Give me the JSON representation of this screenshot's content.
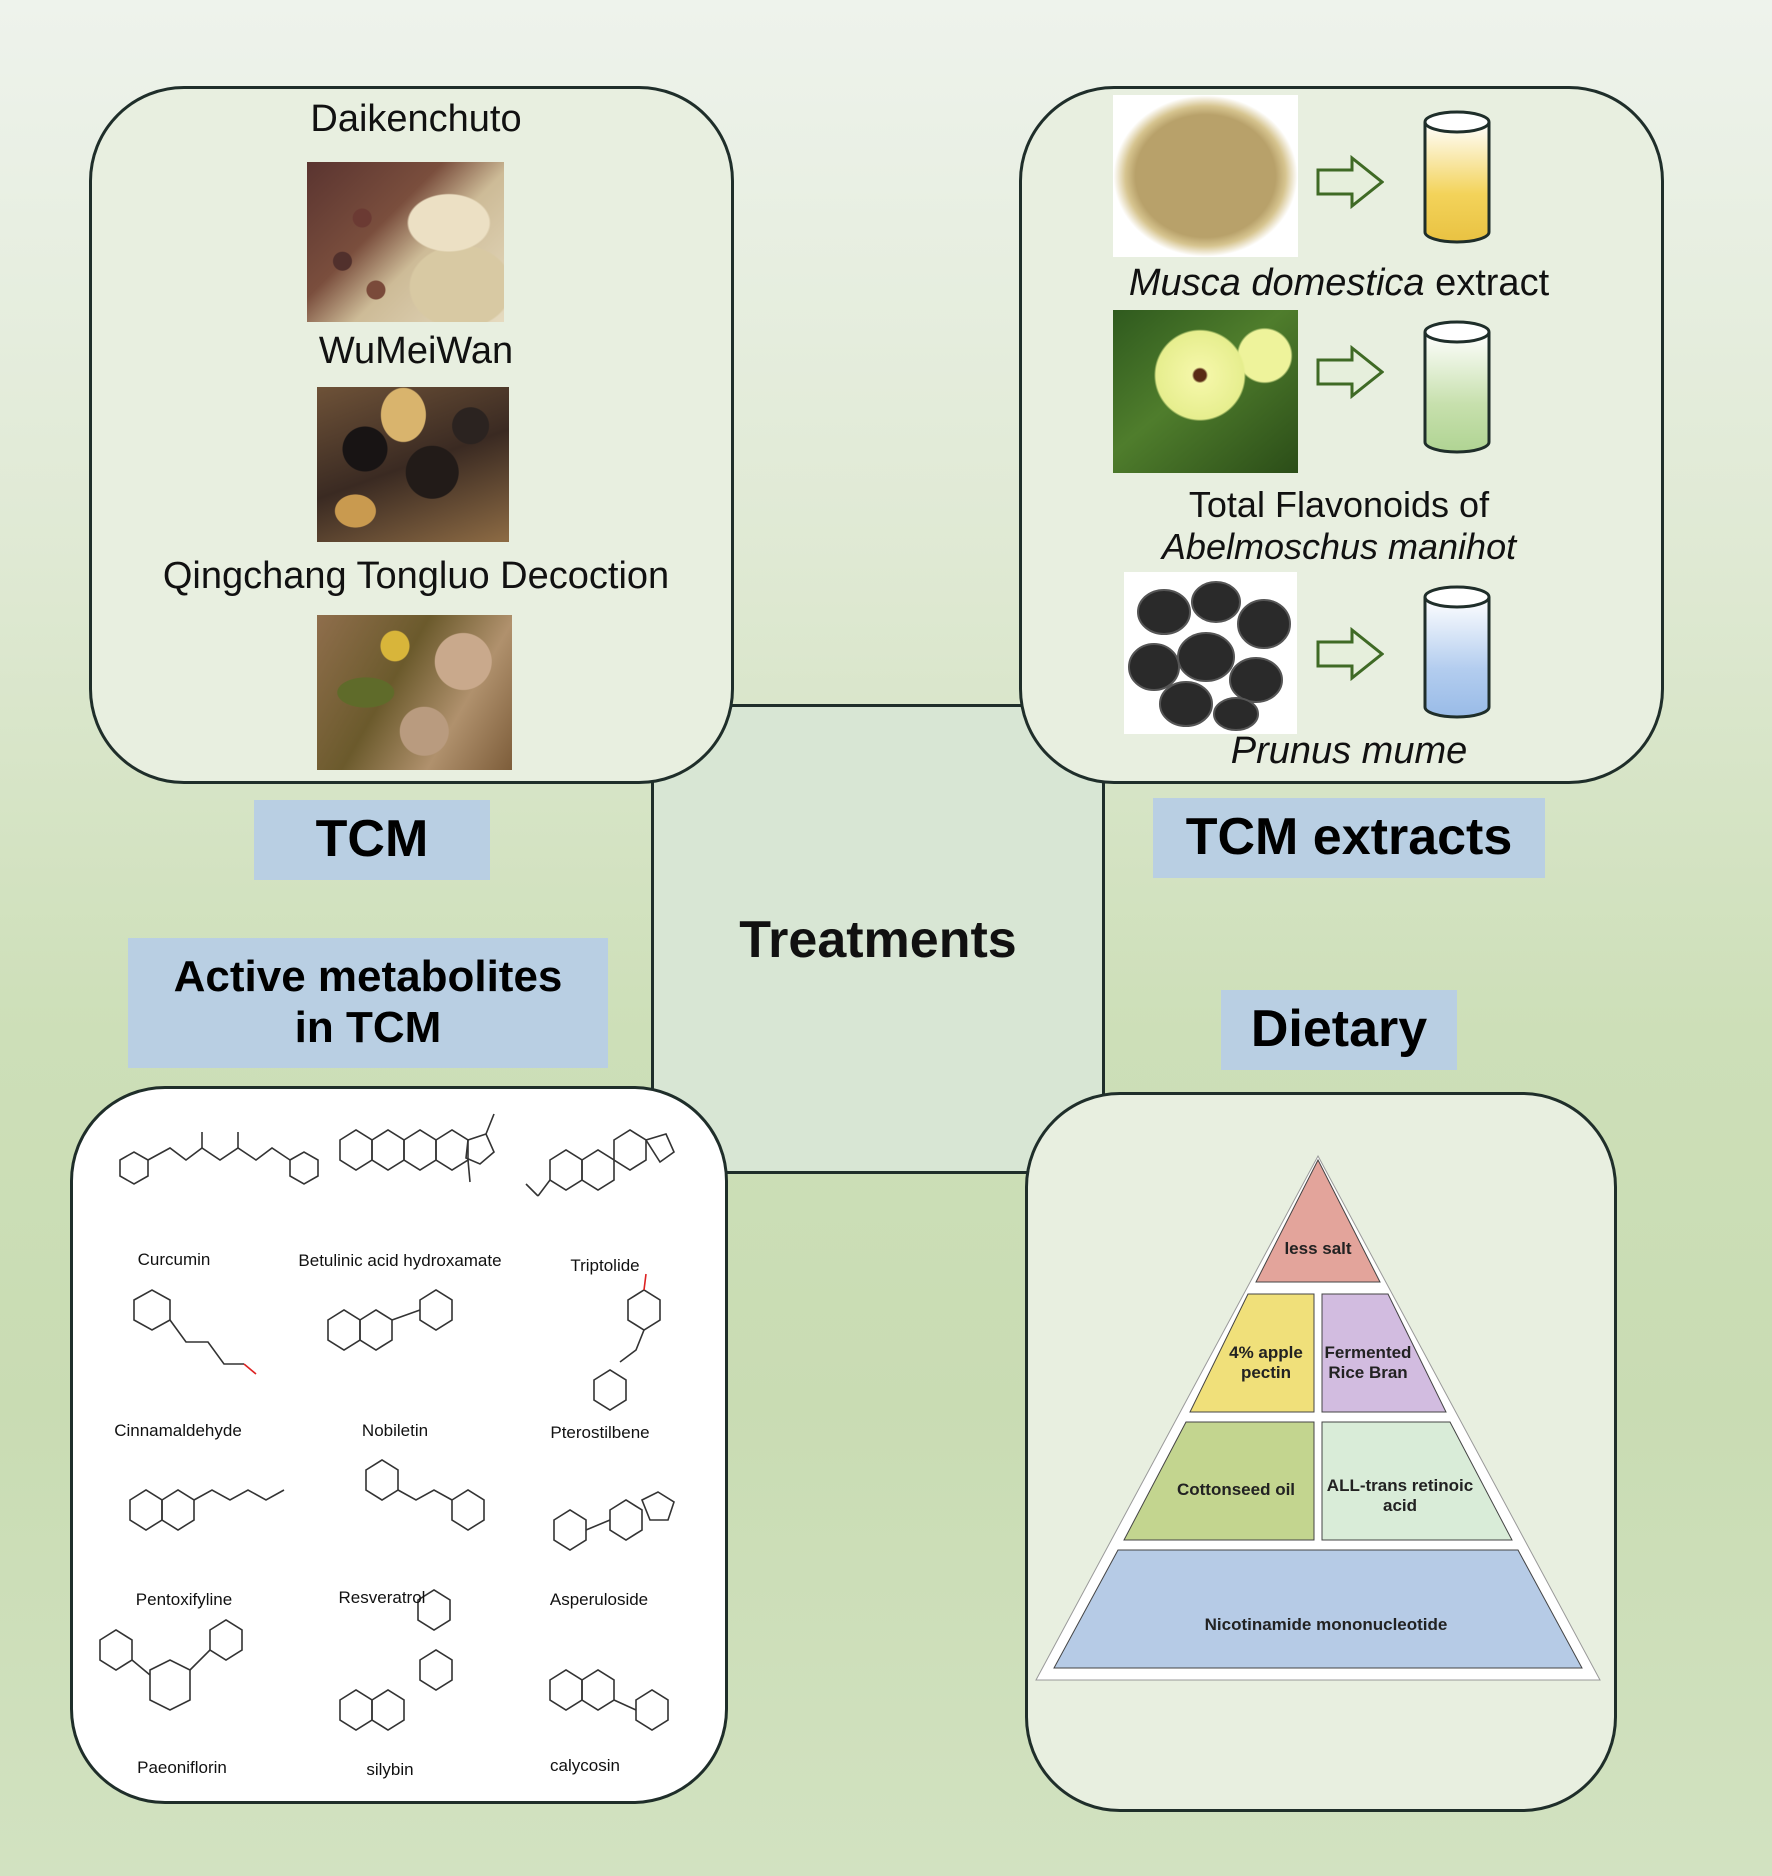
{
  "center": {
    "title": "Treatments"
  },
  "tcm": {
    "label": "TCM",
    "formulas": [
      "Daikenchuto",
      "WuMeiWan",
      "Qingchang Tongluo Decoction"
    ]
  },
  "tcm_extracts": {
    "label": "TCM extracts",
    "items": [
      {
        "name_italic": "Musca domestica",
        "name_plain": " extract",
        "liquid_color": "#f3d35a"
      },
      {
        "line1": "Total Flavonoids of",
        "line2_italic": "Abelmoschus manihot",
        "liquid_color": "#b7d89b"
      },
      {
        "name_italic": "Prunus mume",
        "liquid_color": "#a9c6ec"
      }
    ]
  },
  "active_metabolites": {
    "label_line1": "Active metabolites",
    "label_line2": "in TCM",
    "compounds": [
      "Curcumin",
      "Betulinic acid hydroxamate",
      "Triptolide",
      "Cinnamaldehyde",
      "Nobiletin",
      "Pterostilbene",
      "Pentoxifyline",
      "Resveratrol",
      "Asperuloside",
      "Paeoniflorin",
      "silybin",
      "calycosin"
    ]
  },
  "dietary": {
    "label": "Dietary",
    "pyramid": {
      "top": "less salt",
      "tier2_left_line1": "4% apple",
      "tier2_left_line2": "pectin",
      "tier2_right_line1": "Fermented",
      "tier2_right_line2": "Rice Bran",
      "tier3_left": "Cottonseed oil",
      "tier3_right_line1": "ALL-trans retinoic",
      "tier3_right_line2": "acid",
      "base": "Nicotinamide mononucleotide"
    },
    "colors": {
      "top": "#e3a49b",
      "apple": "#f0e07a",
      "bran": "#d2bce0",
      "oil": "#c3d58f",
      "retinoic": "#d9ecd8",
      "base": "#b6cbe6"
    }
  }
}
